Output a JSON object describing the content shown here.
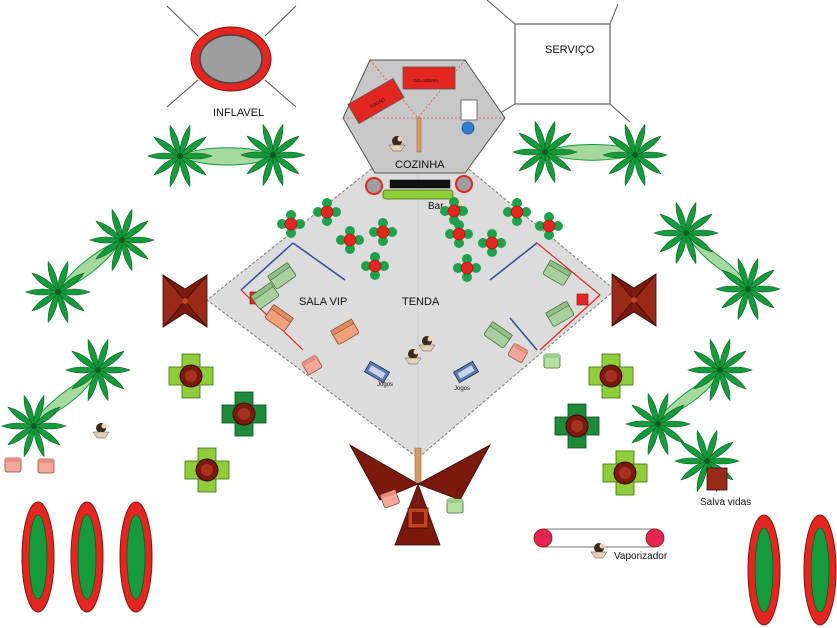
{
  "labels": {
    "inflavel": "INFLAVEL",
    "servico": "SERVIÇO",
    "cozinha": "COZINHA",
    "bar": "Bar",
    "sala_vip": "SALA VIP",
    "tenda": "TENDA",
    "jogos_left": "Jogos",
    "jogos_right": "Jogos",
    "salva_vidas": "Salva vidas",
    "vaporizador": "Vaporizador",
    "kitchen_block_1": "GELADEIRA",
    "kitchen_block_2": "FOGÃO"
  },
  "colors": {
    "palm": "#169b3c",
    "red": "#e3261f",
    "green_seat": "#8fce3a",
    "dark_red": "#7a1a0f",
    "tent_fill": "#dcdcdc",
    "kitchen_fill": "#c8c8c8",
    "sofa_green": "#a9cfa0",
    "sofa_salmon": "#f0a27a",
    "blue_line": "#2b4d9c"
  }
}
